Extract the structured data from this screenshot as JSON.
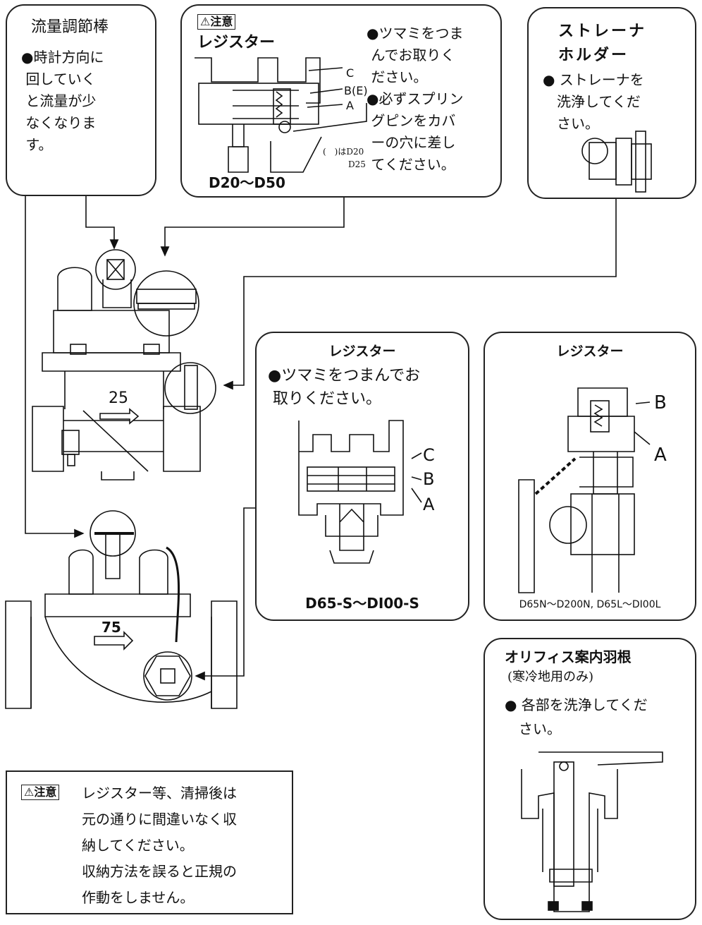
{
  "flow_rod": {
    "title": "流量調節棒",
    "body": "●時計方向に\n 回していく\n と流量が少\n なくなりま\n す。"
  },
  "register_small": {
    "caution_tag": "⚠注意",
    "title": "レジスター",
    "note": "●ツマミをつま\n んでお取りく\n ださい。\n●必ずスプリン\n グピンをカバ\n ーの穴に差し\n てください。",
    "labels": {
      "c": "C",
      "be": "B(E)",
      "a": "A"
    },
    "paren_note": "(　)はD20\n　　　D25",
    "model": "D20〜D50"
  },
  "strainer": {
    "title": "ストレーナ\nホルダー",
    "body": "● ストレーナを\n　洗浄してくだ\n　さい。"
  },
  "valve_labels": {
    "upper": "25",
    "lower": "75"
  },
  "register_mid": {
    "title": "レジスター",
    "body": "●ツマミをつまんでお\n 取りください。",
    "labels": {
      "c": "C",
      "b": "B",
      "a": "A"
    },
    "model": "D65-S〜DI00-S"
  },
  "register_right": {
    "title": "レジスター",
    "labels": {
      "b": "B",
      "a": "A"
    },
    "model": "D65N〜D200N, D65L〜DI00L"
  },
  "orifice": {
    "title": "オリフィス案内羽根",
    "subtitle": "(寒冷地用のみ)",
    "body": "● 各部を洗浄してくだ\n　さい。"
  },
  "bottom_caution": {
    "tag": "⚠注意",
    "body": "レジスター等、清掃後は\n元の通りに間違いなく収\n納してください。\n収納方法を誤ると正規の\n作動をしません。"
  }
}
